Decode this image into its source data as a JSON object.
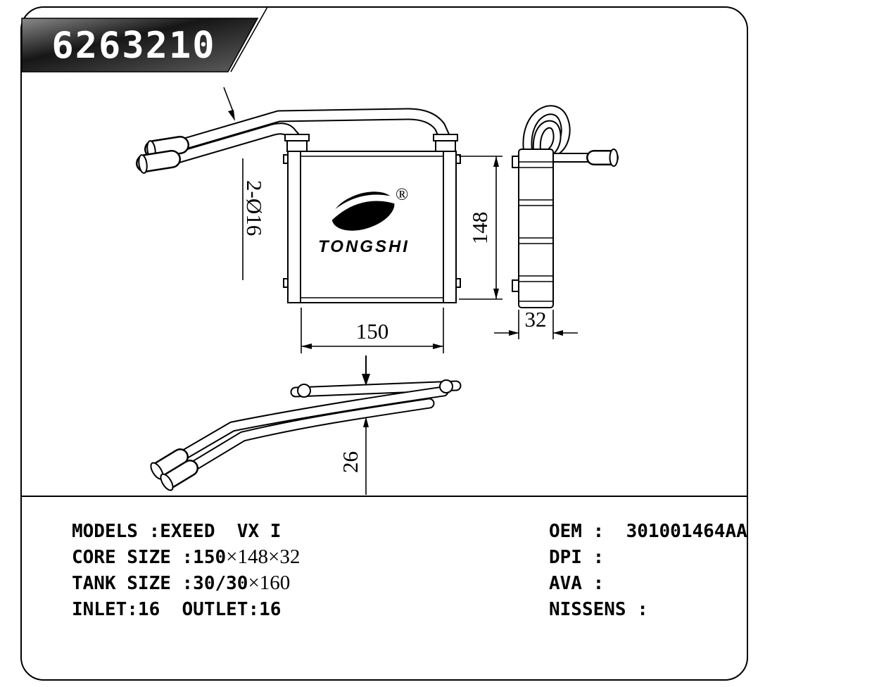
{
  "badge": {
    "part_number": "6263210"
  },
  "drawing": {
    "pipe_label": "2-Ø16",
    "dim_height": "148",
    "dim_width": "150",
    "dim_depth": "32",
    "dim_pipe_offset": "26",
    "logo": {
      "brand": "TONGSHI",
      "registered": "®"
    }
  },
  "specs": {
    "left": [
      {
        "main": "MODELS :EXEED  VX I",
        "serif": ""
      },
      {
        "main": "CORE SIZE :150",
        "serif": "×148×32"
      },
      {
        "main": "TANK SIZE :30/30",
        "serif": "×160"
      },
      {
        "main": "INLET:16  OUTLET:16",
        "serif": ""
      }
    ],
    "right": [
      {
        "main": "OEM :  301001464AA",
        "serif": ""
      },
      {
        "main": "DPI : ",
        "serif": ""
      },
      {
        "main": "AVA : ",
        "serif": ""
      },
      {
        "main": "NISSENS : ",
        "serif": ""
      }
    ]
  }
}
